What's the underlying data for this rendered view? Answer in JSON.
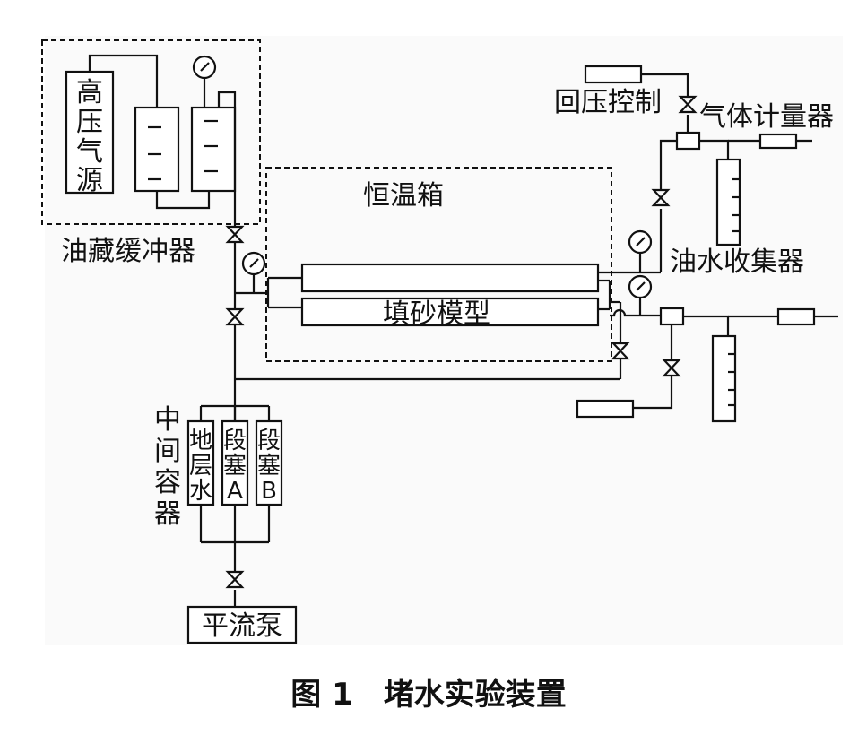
{
  "labels": {
    "high_pressure_gas": [
      "高",
      "压",
      "气",
      "源"
    ],
    "oil_buffer": "油藏缓冲器",
    "thermostat": "恒温箱",
    "sand_model": "填砂模型",
    "back_pressure": "回压控制",
    "gas_meter": "气体计量器",
    "oil_water_collector": "油水收集器",
    "intermediate_container": [
      "中",
      "间",
      "容",
      "器"
    ],
    "formation_water": [
      "地",
      "层",
      "水"
    ],
    "slug_a": [
      "段",
      "塞",
      "A"
    ],
    "slug_b": [
      "段",
      "塞",
      "B"
    ],
    "pump": "平流泵"
  },
  "caption": "图 1　堵水实验装置"
}
